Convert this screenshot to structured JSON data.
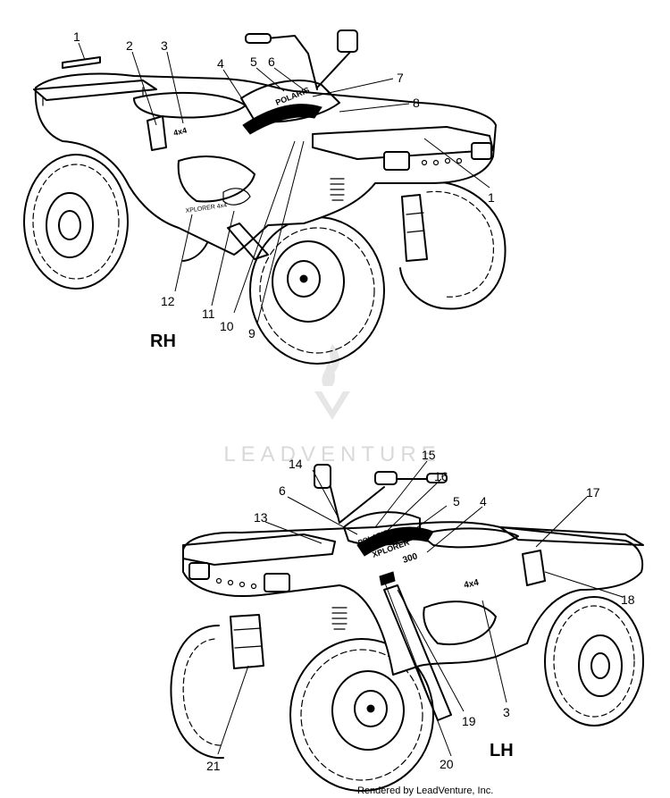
{
  "diagram": {
    "views": [
      {
        "id": "rh",
        "label": "RH",
        "callouts": [
          "1",
          "2",
          "3",
          "4",
          "5",
          "6",
          "7",
          "8",
          "1",
          "9",
          "10",
          "11",
          "12"
        ]
      },
      {
        "id": "lh",
        "label": "LH",
        "callouts": [
          "15",
          "14",
          "16",
          "6",
          "5",
          "4",
          "17",
          "13",
          "18",
          "3",
          "19",
          "20",
          "21"
        ]
      }
    ],
    "decal_text": {
      "brand": "POLARIS",
      "model": "XPLORER",
      "displacement": "300",
      "drive": "4x4",
      "side_text": "XPLORER 4x4"
    }
  },
  "watermark": {
    "text": "LEADVENTURE"
  },
  "credit": "Rendered by LeadVenture, Inc.",
  "colors": {
    "ink": "#000000",
    "paper": "#ffffff",
    "watermark": "#d9d9d9"
  }
}
